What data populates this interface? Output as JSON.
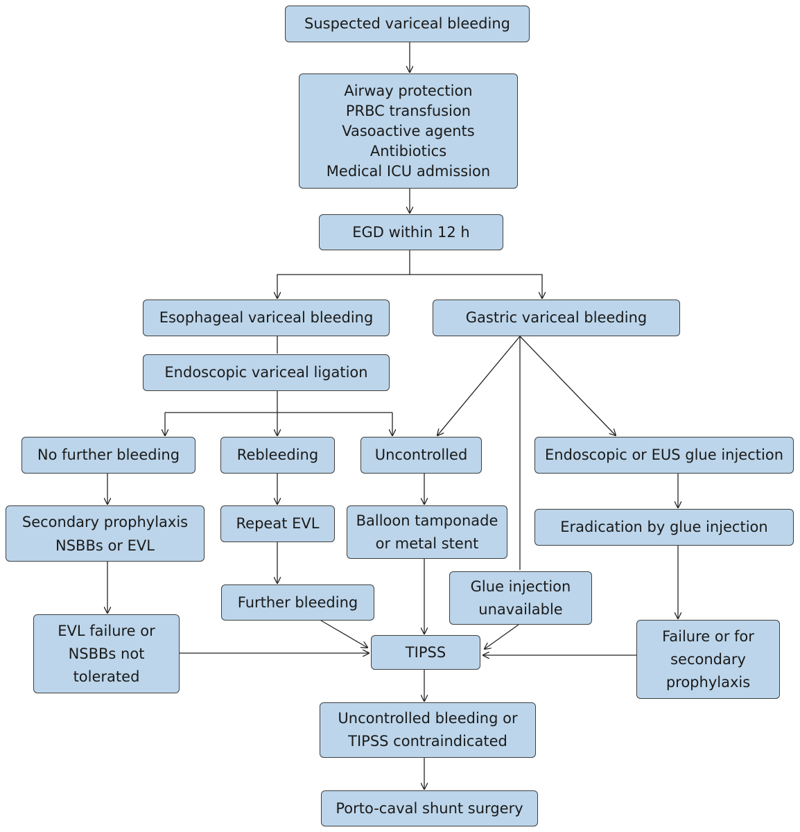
{
  "colors": {
    "box_fill": "#bcd5ea",
    "box_border": "#3d3d3d",
    "arrow": "#222222",
    "text": "#1a1a1a"
  },
  "flowchart": {
    "nodes": {
      "suspected": "Suspected variceal bleeding",
      "initial_mgmt": [
        "Airway protection",
        "PRBC transfusion",
        "Vasoactive agents",
        "Antibiotics",
        "Medical ICU admission"
      ],
      "egd": "EGD within 12 h",
      "esophageal": "Esophageal variceal bleeding",
      "gastric": "Gastric variceal bleeding",
      "evl": "Endoscopic variceal ligation",
      "no_further": "No further bleeding",
      "rebleeding": "Rebleeding",
      "uncontrolled": "Uncontrolled",
      "glue_injection": "Endoscopic or EUS glue injection",
      "secondary_prophylaxis": [
        "Secondary prophylaxis",
        "NSBBs or EVL"
      ],
      "repeat_evl": "Repeat EVL",
      "balloon": [
        "Balloon tamponade",
        "or metal stent"
      ],
      "eradication": "Eradication by glue injection",
      "further_bleeding": "Further bleeding",
      "glue_unavailable": [
        "Glue injection",
        "unavailable"
      ],
      "evl_failure": [
        "EVL failure or",
        "NSBBs not",
        "tolerated"
      ],
      "tipss": "TIPSS",
      "failure_secondary": [
        "Failure or for",
        "secondary",
        "prophylaxis"
      ],
      "uncontrolled_tipss": [
        "Uncontrolled bleeding or",
        "TIPSS contraindicated"
      ],
      "shunt_surgery": "Porto-caval shunt surgery"
    }
  }
}
